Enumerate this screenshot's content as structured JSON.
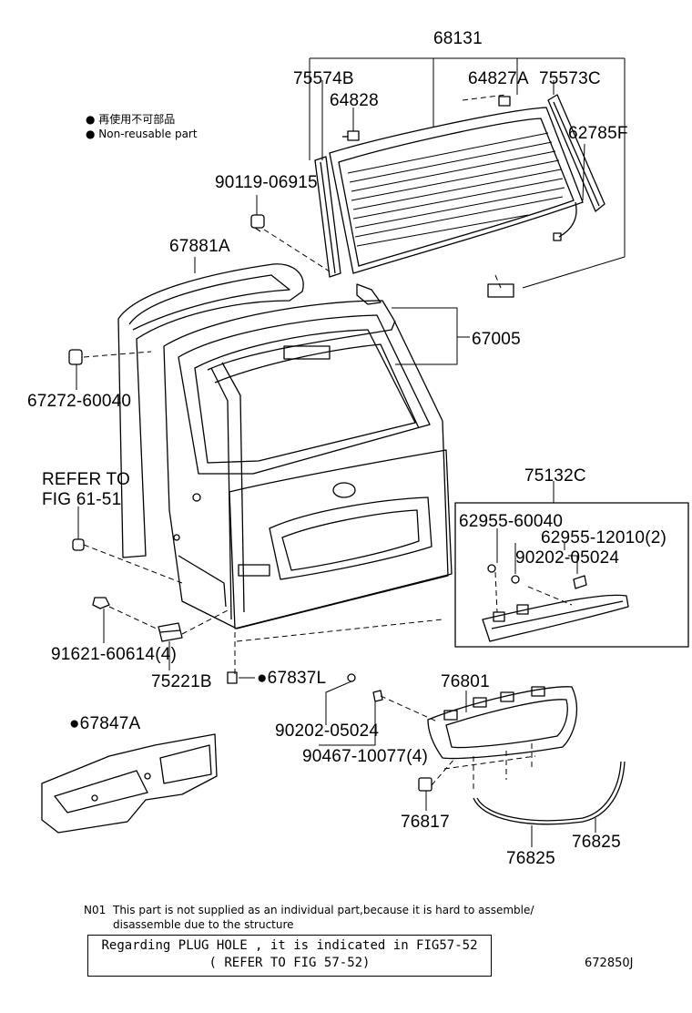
{
  "legend": {
    "line1": "● 再使用不可部品",
    "line2": "● Non-reusable part"
  },
  "parts": {
    "p68131": "68131",
    "p75574B": "75574B",
    "p64827A": "64827A",
    "p75573C": "75573C",
    "p64828": "64828",
    "p62785F": "62785F",
    "p90119": "90119-06915",
    "p67881A": "67881A",
    "p67005": "67005",
    "p67272": "67272-60040",
    "refer_a": "REFER TO",
    "refer_b": "FIG 61-51",
    "p75132C": "75132C",
    "p62955_60040": "62955-60040",
    "p62955_12010": "62955-12010(2)",
    "p90202_a": "90202-05024",
    "p91621": "91621-60614(4)",
    "p75221B": "75221B",
    "p67837L": "●67837L",
    "p76801": "76801",
    "p67847A": "●67847A",
    "p90202_b": "90202-05024",
    "p90467": "90467-10077(4)",
    "p76817": "76817",
    "p76825_a": "76825",
    "p76825_b": "76825"
  },
  "footer": {
    "n01_label": "N01",
    "n01_line1": "This part is not supplied as an individual part,because it is hard to assemble/",
    "n01_line2": "disassemble due to the structure",
    "plug_line1": "Regarding PLUG HOLE , it is indicated in FIG57-52",
    "plug_line2": "( REFER TO FIG 57-52)",
    "figure_code": "672850J"
  }
}
